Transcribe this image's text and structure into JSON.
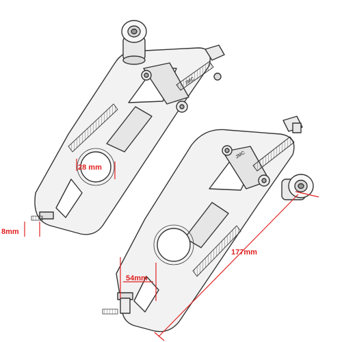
{
  "dimensions": {
    "bore_diameter": "28 mm",
    "bolt_diameter": "8mm",
    "total_length": "177mm",
    "width": "54mm"
  },
  "engraving_left": "JMC",
  "engraving_right": "JMC",
  "colors": {
    "outline": "#333333",
    "dimension": "#e02020",
    "metal": "#f2f2f2"
  }
}
